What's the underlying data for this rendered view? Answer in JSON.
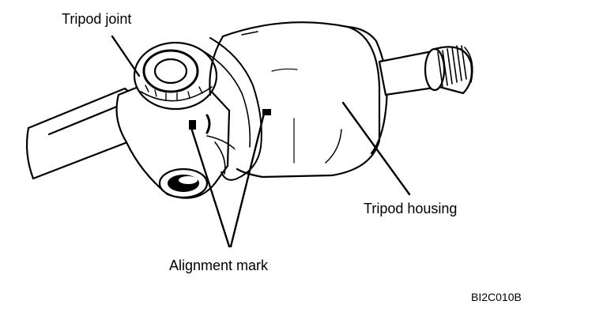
{
  "labels": {
    "tripod_joint": "Tripod joint",
    "tripod_housing": "Tripod housing",
    "alignment_mark": "Alignment mark",
    "figure_code": "BI2C010B"
  },
  "colors": {
    "ink": "#000000",
    "paper": "#ffffff"
  }
}
